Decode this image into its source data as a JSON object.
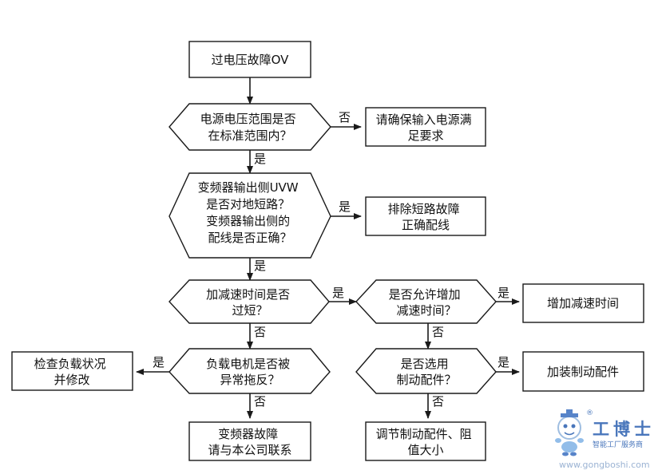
{
  "nodes": {
    "start": [
      "过电压故障OV"
    ],
    "d_voltage": [
      "电源电压范围是否",
      "在标准范围内？"
    ],
    "a_voltage": [
      "请确保输入电源满",
      "足要求"
    ],
    "d_short": [
      "变频器输出侧UVW",
      "是否对地短路？",
      "变频器输出侧的",
      "配线是否正确？"
    ],
    "a_short": [
      "排除短路故障",
      "正确配线"
    ],
    "d_accel": [
      "加减速时间是否",
      "过短？"
    ],
    "d_allow": [
      "是否允许增加",
      "减速时间？"
    ],
    "a_increase": [
      "增加减速时间"
    ],
    "d_load": [
      "负载电机是否被",
      "异常拖反？"
    ],
    "a_check": [
      "检查负载状况",
      "并修改"
    ],
    "d_brake": [
      "是否选用",
      "制动配件？"
    ],
    "a_brake": [
      "加装制动配件"
    ],
    "end_fault": [
      "变频器故障",
      "请与本公司联系"
    ],
    "a_adjust": [
      "调节制动配件、阻",
      "值大小"
    ]
  },
  "edge_labels": {
    "voltage_no": "否",
    "voltage_yes": "是",
    "short_yes": "是",
    "short_no": "是",
    "accel_yes": "是",
    "accel_no": "否",
    "allow_yes": "是",
    "allow_no": "否",
    "load_yes": "是",
    "load_no": "否",
    "brake_yes": "是",
    "brake_no": "否"
  },
  "watermark": {
    "brand": "工博士",
    "tagline": "智能工厂服务商",
    "url": "www.gongboshi.com",
    "registered": "®"
  }
}
